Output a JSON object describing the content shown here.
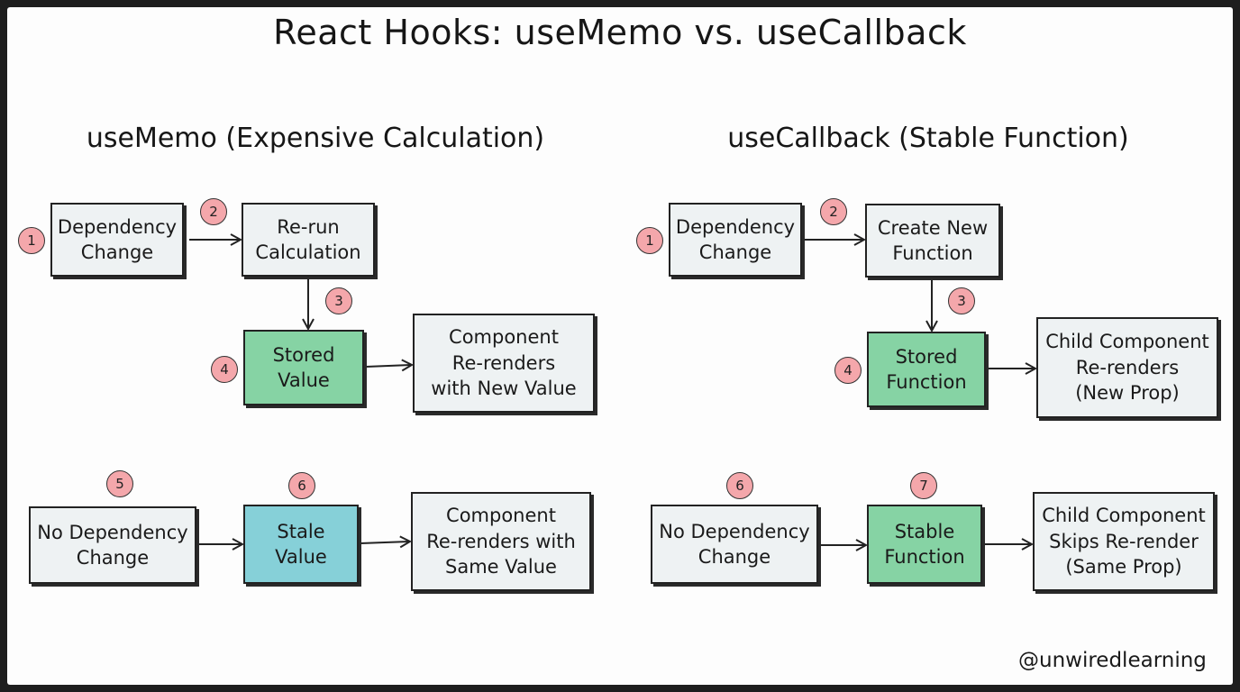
{
  "title": "React Hooks: useMemo vs. useCallback",
  "watermark": "@unwiredlearning",
  "left": {
    "heading": "useMemo (Expensive Calculation)",
    "dependency_change": [
      "Dependency",
      "Change"
    ],
    "rerun": [
      "Re-run",
      "Calculation"
    ],
    "stored": [
      "Stored",
      "Value"
    ],
    "rerenders": [
      "Component",
      "Re-renders",
      "with New Value"
    ],
    "no_change": [
      "No Dependency",
      "Change"
    ],
    "stale": [
      "Stale",
      "Value"
    ],
    "same": [
      "Component",
      "Re-renders with",
      "Same Value"
    ],
    "badges": {
      "dep": "1",
      "rerun": "2",
      "down": "3",
      "stored": "4",
      "nochange": "5",
      "stale": "6"
    }
  },
  "right": {
    "heading": "useCallback (Stable Function)",
    "dependency_change": [
      "Dependency",
      "Change"
    ],
    "create": [
      "Create New",
      "Function"
    ],
    "stored": [
      "Stored",
      "Function"
    ],
    "rerenders": [
      "Child Component",
      "Re-renders",
      "(New Prop)"
    ],
    "no_change": [
      "No Dependency",
      "Change"
    ],
    "stable": [
      "Stable",
      "Function"
    ],
    "skips": [
      "Child Component",
      "Skips Re-render",
      "(Same Prop)"
    ],
    "badges": {
      "dep": "1",
      "create": "2",
      "down": "3",
      "stored": "4",
      "nochange": "6",
      "stable": "7"
    }
  },
  "colors": {
    "box_fill": "#eef2f3",
    "green_fill": "#86d3a4",
    "blue_fill": "#86d0d8",
    "badge_fill": "#f4a7ab"
  }
}
